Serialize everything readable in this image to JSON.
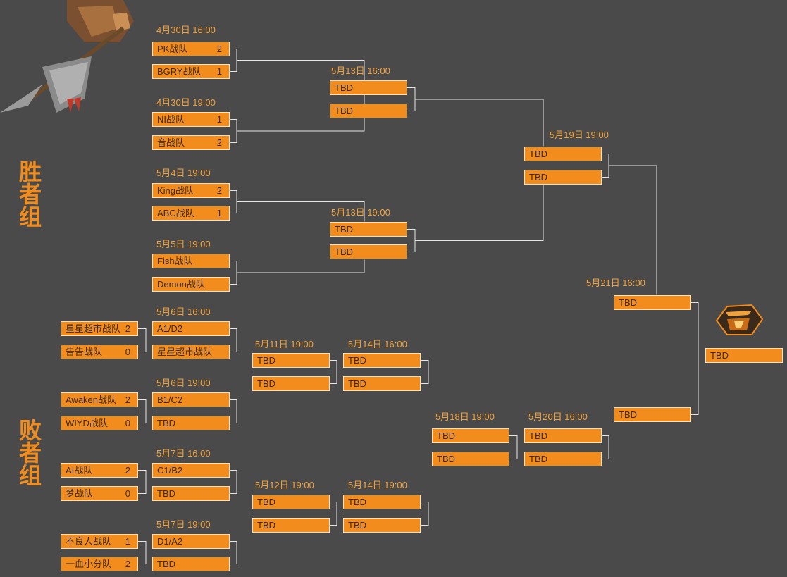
{
  "sections": {
    "winners": "胜者组",
    "losers": "败者组"
  },
  "dates": [
    {
      "id": "d1",
      "text": "4月30日  16:00"
    },
    {
      "id": "d2",
      "text": "4月30日  19:00"
    },
    {
      "id": "d3",
      "text": "5月4日  19:00"
    },
    {
      "id": "d4",
      "text": "5月5日  19:00"
    },
    {
      "id": "d5",
      "text": "5月13日  16:00"
    },
    {
      "id": "d6",
      "text": "5月13日  19:00"
    },
    {
      "id": "d7",
      "text": "5月19日  19:00"
    },
    {
      "id": "d8",
      "text": "5月21日  16:00"
    },
    {
      "id": "d9",
      "text": "5月6日  16:00"
    },
    {
      "id": "d10",
      "text": "5月6日  19:00"
    },
    {
      "id": "d11",
      "text": "5月7日  16:00"
    },
    {
      "id": "d12",
      "text": "5月7日  19:00"
    },
    {
      "id": "d13",
      "text": "5月11日  19:00"
    },
    {
      "id": "d14",
      "text": "5月14日  16:00"
    },
    {
      "id": "d15",
      "text": "5月12日  19:00"
    },
    {
      "id": "d16",
      "text": "5月14日  19:00"
    },
    {
      "id": "d17",
      "text": "5月18日  19:00"
    },
    {
      "id": "d18",
      "text": "5月20日  16:00"
    }
  ],
  "slots": [
    {
      "id": "w1a",
      "name": "PK战队",
      "score": "2"
    },
    {
      "id": "w1b",
      "name": "BGRY战队",
      "score": "1"
    },
    {
      "id": "w2a",
      "name": "NI战队",
      "score": "1"
    },
    {
      "id": "w2b",
      "name": "音战队",
      "score": "2"
    },
    {
      "id": "w3a",
      "name": "King战队",
      "score": "2"
    },
    {
      "id": "w3b",
      "name": "ABC战队",
      "score": "1"
    },
    {
      "id": "w4a",
      "name": "Fish战队",
      "score": ""
    },
    {
      "id": "w4b",
      "name": "Demon战队",
      "score": ""
    },
    {
      "id": "ws1a",
      "name": "TBD",
      "score": ""
    },
    {
      "id": "ws1b",
      "name": "TBD",
      "score": ""
    },
    {
      "id": "ws2a",
      "name": "TBD",
      "score": ""
    },
    {
      "id": "ws2b",
      "name": "TBD",
      "score": ""
    },
    {
      "id": "wfa",
      "name": "TBD",
      "score": ""
    },
    {
      "id": "wfb",
      "name": "TBD",
      "score": ""
    },
    {
      "id": "gfa",
      "name": "TBD",
      "score": ""
    },
    {
      "id": "gfb",
      "name": "TBD",
      "score": ""
    },
    {
      "id": "champ",
      "name": "TBD",
      "score": ""
    },
    {
      "id": "p1a",
      "name": "星星超市战队",
      "score": "2"
    },
    {
      "id": "p1b",
      "name": "告告战队",
      "score": "0"
    },
    {
      "id": "p2a",
      "name": "Awaken战队",
      "score": "2"
    },
    {
      "id": "p2b",
      "name": "WIYD战队",
      "score": "0"
    },
    {
      "id": "p3a",
      "name": "AI战队",
      "score": "2"
    },
    {
      "id": "p3b",
      "name": "梦战队",
      "score": "0"
    },
    {
      "id": "p4a",
      "name": "不良人战队",
      "score": "1"
    },
    {
      "id": "p4b",
      "name": "一血小分队",
      "score": "2"
    },
    {
      "id": "l1a",
      "name": "A1/D2",
      "score": ""
    },
    {
      "id": "l1b",
      "name": "星星超市战队",
      "score": ""
    },
    {
      "id": "l2a",
      "name": "B1/C2",
      "score": ""
    },
    {
      "id": "l2b",
      "name": "TBD",
      "score": ""
    },
    {
      "id": "l3a",
      "name": "C1/B2",
      "score": ""
    },
    {
      "id": "l3b",
      "name": "TBD",
      "score": ""
    },
    {
      "id": "l4a",
      "name": "D1/A2",
      "score": ""
    },
    {
      "id": "l4b",
      "name": "TBD",
      "score": ""
    },
    {
      "id": "lr2a",
      "name": "TBD",
      "score": ""
    },
    {
      "id": "lr2b",
      "name": "TBD",
      "score": ""
    },
    {
      "id": "lr2c",
      "name": "TBD",
      "score": ""
    },
    {
      "id": "lr2d",
      "name": "TBD",
      "score": ""
    },
    {
      "id": "lr3a",
      "name": "TBD",
      "score": ""
    },
    {
      "id": "lr3b",
      "name": "TBD",
      "score": ""
    },
    {
      "id": "lr3c",
      "name": "TBD",
      "score": ""
    },
    {
      "id": "lr3d",
      "name": "TBD",
      "score": ""
    },
    {
      "id": "lr4a",
      "name": "TBD",
      "score": ""
    },
    {
      "id": "lr4b",
      "name": "TBD",
      "score": ""
    },
    {
      "id": "lr5a",
      "name": "TBD",
      "score": ""
    },
    {
      "id": "lr5b",
      "name": "TBD",
      "score": ""
    }
  ],
  "icons": {
    "hero": "warrior-with-axe-icon",
    "trophy": "champion-badge-icon"
  },
  "colors": {
    "background": "#4a4a4a",
    "slot": "#f28c1c",
    "date": "#f2a23a",
    "line": "#e6e6e6"
  }
}
